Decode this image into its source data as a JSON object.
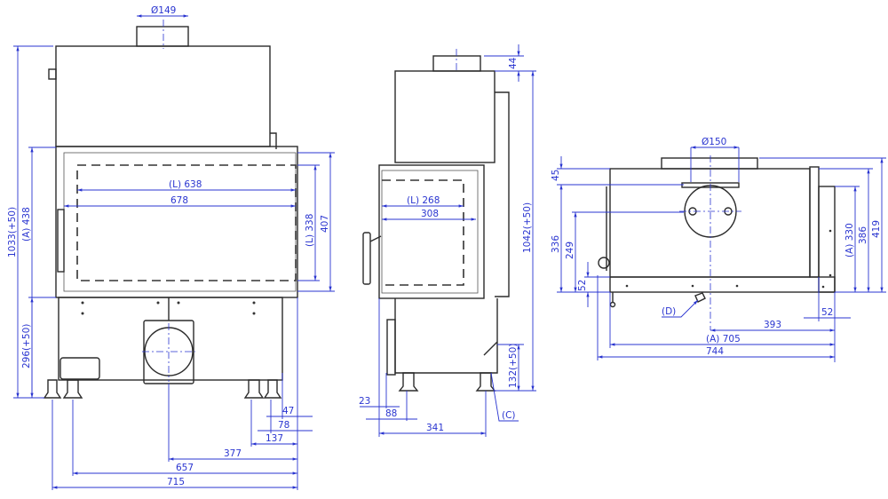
{
  "colors": {
    "dimension": "#2a35d0",
    "outline": "#2b2b2b"
  },
  "front_view": {
    "flue_diameter": "Ø149",
    "height_total": "1033(+50)",
    "height_A": "(A) 438",
    "height_base": "296(+50)",
    "glass_width_L": "(L) 638",
    "frame_width": "678",
    "glass_height_L": "(L) 338",
    "frame_height": "407",
    "bottom_dims": [
      "47",
      "78",
      "137",
      "377",
      "657",
      "715"
    ]
  },
  "side_view": {
    "collar_height": "44",
    "height_total": "1042(+50)",
    "base_height": "132(+50)",
    "glass_width_L": "(L) 268",
    "frame_width": "308",
    "bottom_dims": [
      "23",
      "88",
      "341"
    ],
    "callout_c": "(C)"
  },
  "top_view": {
    "flue_diameter": "Ø150",
    "left_dims": [
      "45",
      "336",
      "249",
      "52"
    ],
    "right_dims": [
      "(A) 330",
      "386",
      "419"
    ],
    "bottom_dims": [
      "52",
      "393",
      "(A) 705",
      "744"
    ],
    "callout_d": "(D)"
  }
}
